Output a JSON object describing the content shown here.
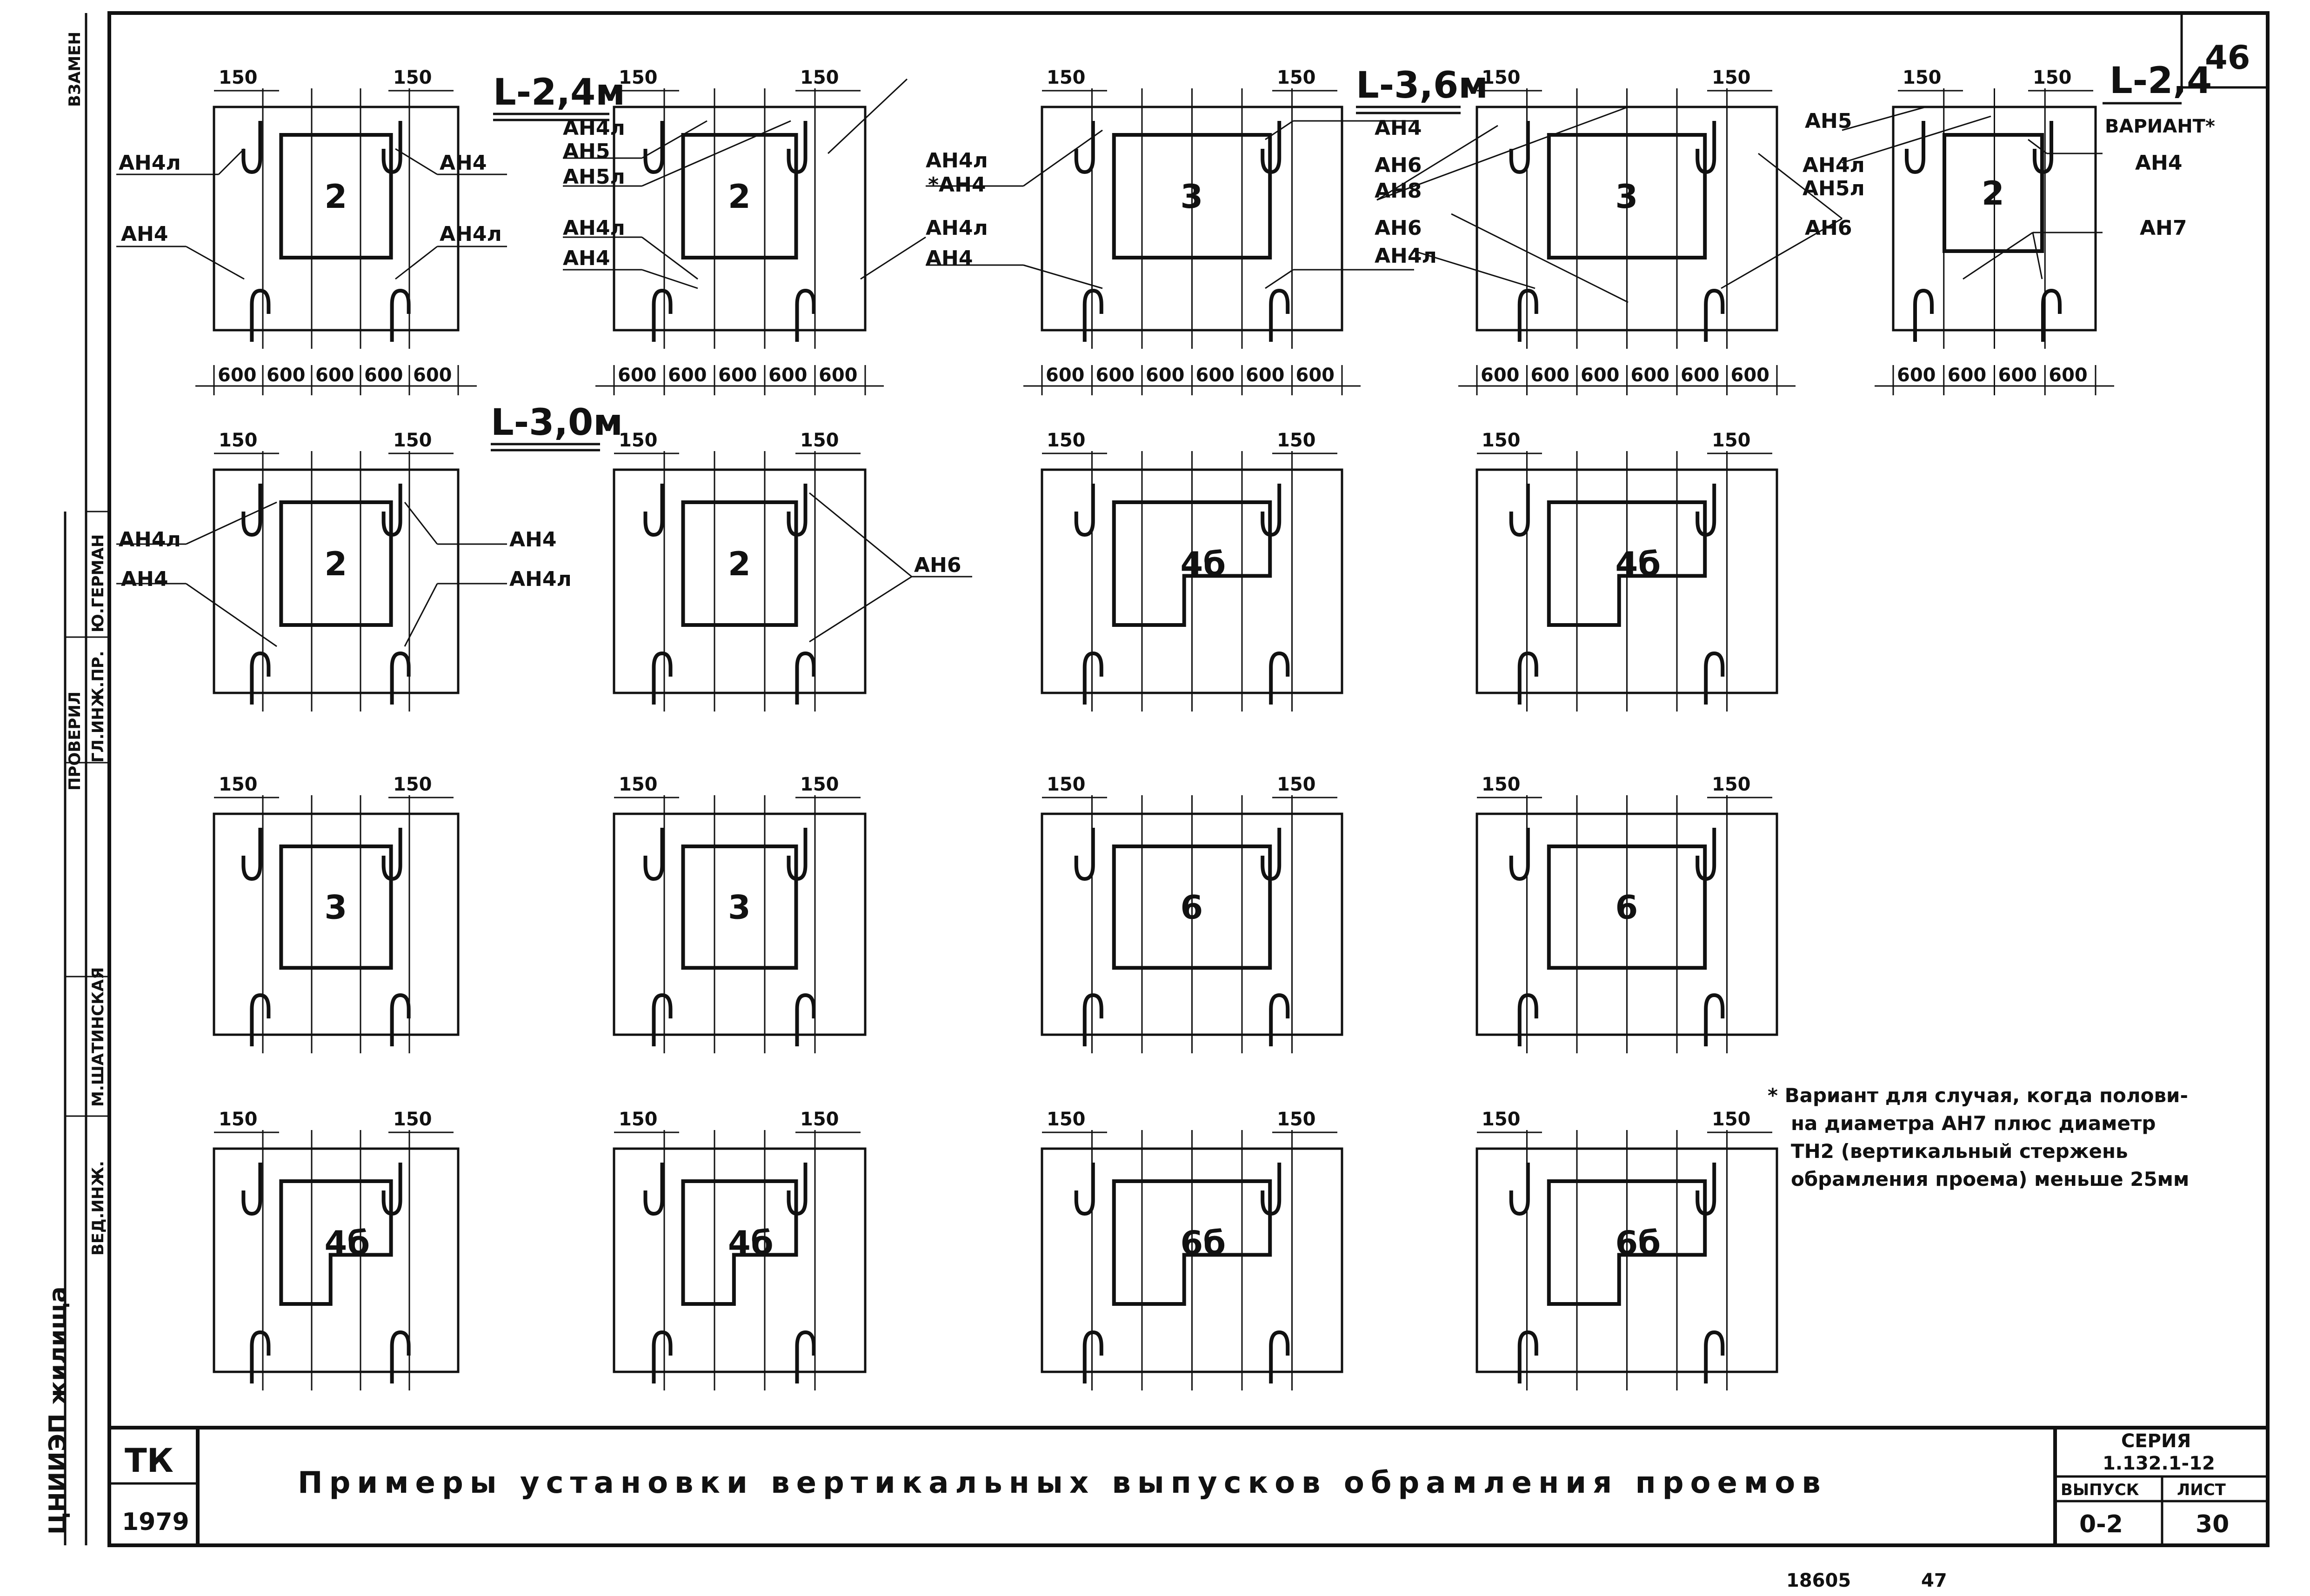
{
  "sheet": {
    "sheet_number": "46",
    "title": "Примеры установки вертикальных выпусков обрамления проемов",
    "org": "ЦНИИЭП жилища",
    "doc_code": "ТК",
    "year": "1979",
    "series_label": "СЕРИЯ",
    "series_code": "1.132.1-12",
    "issue_label": "ВЫПУСК",
    "issue_value": "0-2",
    "list_label": "ЛИСТ",
    "list_value": "30",
    "side_labels": [
      "ВЗАМЕН",
      "ПРОВЕРИЛ",
      "ГЛ.ИНЖ.ПР.",
      "Ю.ГЕРМАН",
      "ВЕД.ИНЖ.",
      "М.ШАТИНСКАЯ"
    ],
    "footer_numbers": [
      "18605",
      "47"
    ]
  },
  "headers": {
    "l24": "L-2,4м",
    "l30": "L-3,0м",
    "l36": "L-3,6м",
    "l24_variant": "L-2,4",
    "variant_label": "ВАРИАНТ*"
  },
  "dims": {
    "d150": "150",
    "d600": "600"
  },
  "labels": {
    "ah4": "АН4",
    "ah4l": "АН4л",
    "ah5": "АН5",
    "ah5l": "АН5л",
    "ah6": "АН6",
    "ah7": "АН7",
    "ah8": "АН8",
    "ah4_star": "*АН4"
  },
  "panel_numbers": {
    "n2": "2",
    "n3": "3",
    "n4b": "4б",
    "n6": "6",
    "n6b": "6б"
  },
  "note": {
    "line1": "* Вариант для случая, когда полови-",
    "line2": "на диаметра АН7 плюс диаметр",
    "line3": "ТН2 (вертикальный стержень",
    "line4": "обрамления проема) меньше 25мм"
  }
}
